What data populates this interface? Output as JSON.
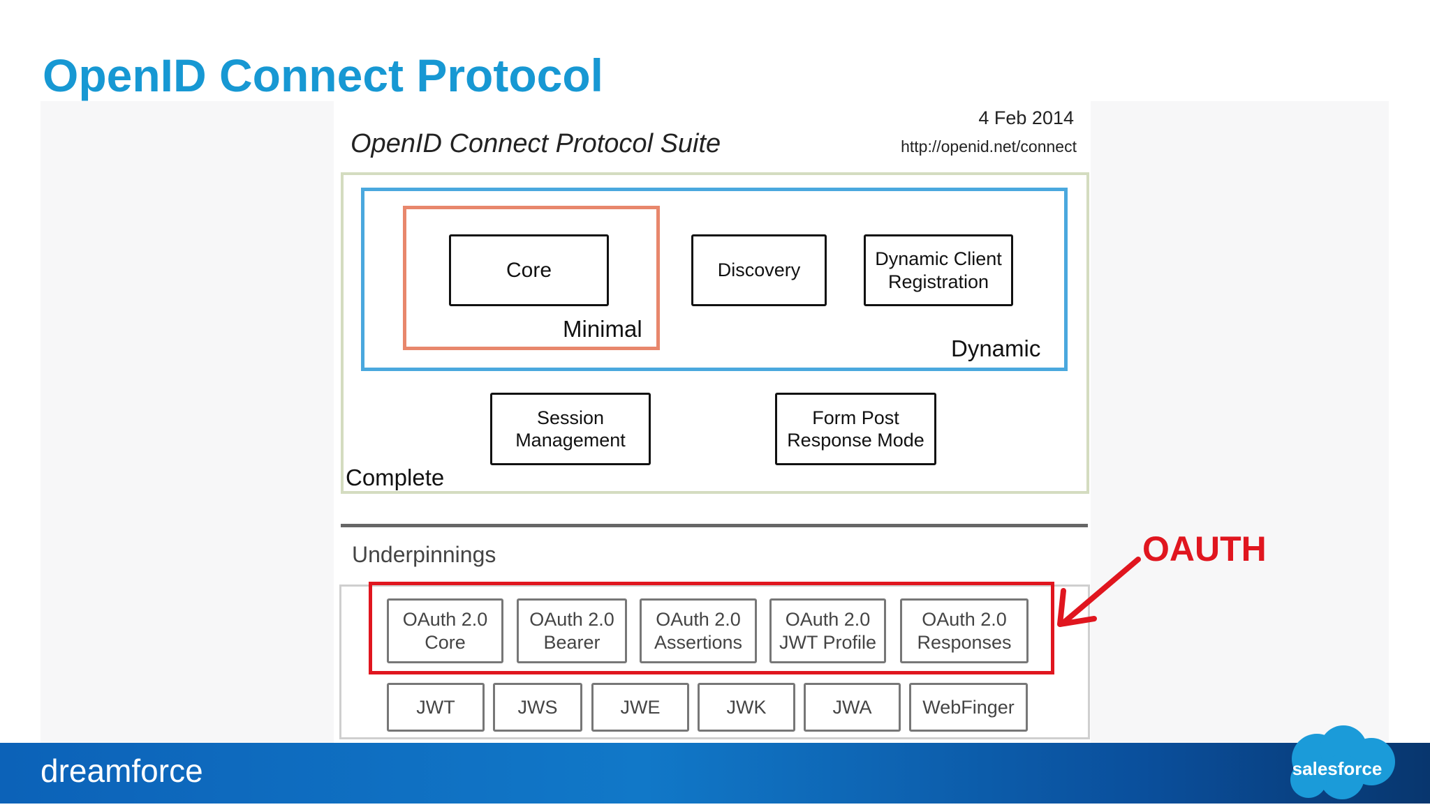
{
  "slide": {
    "title": "OpenID Connect Protocol",
    "annotation": "OAUTH",
    "footer_brand": "dreamforce",
    "footer_logo": "salesforce"
  },
  "diagram": {
    "title": "OpenID Connect Protocol Suite",
    "date": "4 Feb 2014",
    "url": "http://openid.net/connect",
    "groups": {
      "complete": "Complete",
      "dynamic": "Dynamic",
      "minimal": "Minimal"
    },
    "specs": {
      "core": "Core",
      "discovery": "Discovery",
      "dynamic_client_registration": "Dynamic Client\nRegistration",
      "session_management": "Session\nManagement",
      "form_post_response_mode": "Form Post\nResponse Mode"
    },
    "underpinnings": {
      "label": "Underpinnings",
      "oauth": [
        "OAuth 2.0\nCore",
        "OAuth 2.0\nBearer",
        "OAuth 2.0\nAssertions",
        "OAuth 2.0\nJWT Profile",
        "OAuth 2.0\nResponses"
      ],
      "jose": [
        "JWT",
        "JWS",
        "JWE",
        "JWK",
        "JWA",
        "WebFinger"
      ]
    }
  },
  "colors": {
    "title": "#1798d3",
    "minimal_border": "#e8876c",
    "dynamic_border": "#4aa8de",
    "complete_border": "#d4dcc0",
    "oauth_highlight": "#e0161f"
  }
}
